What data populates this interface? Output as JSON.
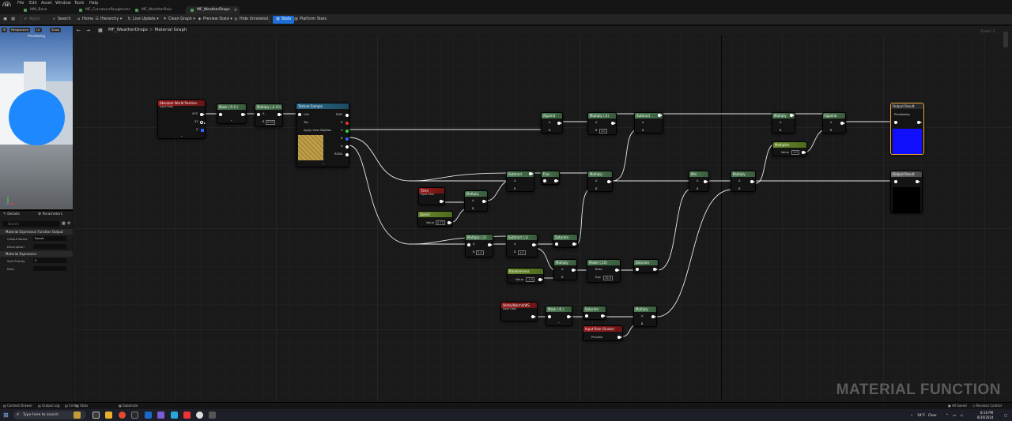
{
  "menubar": {
    "items": [
      "File",
      "Edit",
      "Asset",
      "Window",
      "Tools",
      "Help"
    ]
  },
  "tabs": [
    {
      "label": "MM_Base",
      "active": false
    },
    {
      "label": "MF_CurvatureRoughness",
      "active": false
    },
    {
      "label": "MF_WeatherRain",
      "active": false
    },
    {
      "label": "MF_WeatherDrops",
      "active": true,
      "close": "×"
    }
  ],
  "toolbar": {
    "save": "Save",
    "apply": "Apply",
    "search": "Search",
    "home": "Home",
    "hierarchy": "Hierarchy",
    "live_update": "Live Update",
    "clean_graph": "Clean Graph",
    "preview_state": "Preview State",
    "hide_unrelated": "Hide Unrelated",
    "stats": "Stats",
    "platform_stats": "Platform Stats"
  },
  "viewport": {
    "perspective": "Perspective",
    "lit": "Lit",
    "show": "Show",
    "label": "Previewing",
    "sphere_color": "#1e88ff"
  },
  "details": {
    "tab_details": "Details",
    "tab_parameters": "Parameters",
    "search_placeholder": "Search",
    "section1": "Material Expression Function Output",
    "output_name_label": "Output Name",
    "output_name_value": "Result",
    "description_label": "Description",
    "section2": "Material Expression",
    "sort_priority_label": "Sort Priority",
    "sort_priority_value": "0",
    "desc_label": "Desc"
  },
  "graph": {
    "breadcrumb_root": "MF_WeatherDrops",
    "breadcrumb_sep": ">",
    "breadcrumb_leaf": "Material Graph",
    "zoom": "Zoom -1",
    "watermark": "MATERIAL FUNCTION"
  },
  "nodes": {
    "world_pos": {
      "title": "Absolute World Position",
      "sub": "Input Data",
      "pins": [
        "XYZ",
        "XY",
        "Z"
      ]
    },
    "mask_rg": {
      "title": "Mask ( R G )"
    },
    "mult1": {
      "title": "Multiply (,0.03)",
      "a": "A",
      "b": "B",
      "b_val": "0.03"
    },
    "tex": {
      "title": "Texture Sample",
      "in_uvs": "UVs",
      "in_tex": "Tex",
      "in_mip": "Apply View MipBias",
      "out": [
        "RGB",
        "R",
        "G",
        "B",
        "A",
        "RGBA"
      ]
    },
    "append1": {
      "title": "Append",
      "a": "A",
      "b": "B"
    },
    "mult4": {
      "title": "Multiply (,4)",
      "a": "A",
      "b": "B",
      "b_val": "4.0"
    },
    "subtract1": {
      "title": "Subtract",
      "a": "A",
      "b": "B"
    },
    "multiply_r": {
      "title": "Multiply",
      "a": "A",
      "b": "B"
    },
    "append2": {
      "title": "Append",
      "a": "A",
      "b": "B"
    },
    "param_mult": {
      "title": "Multiplier",
      "value_label": "Value",
      "value": "1.0"
    },
    "output1": {
      "title": "Output Result",
      "sub": "Previewing"
    },
    "subtract2": {
      "title": "Subtract",
      "a": "A",
      "b": "B"
    },
    "frac": {
      "title": "Frac"
    },
    "mult_m": {
      "title": "Multiply",
      "a": "A",
      "b": "B"
    },
    "time": {
      "title": "Time",
      "sub": "Input Data"
    },
    "mult_t": {
      "title": "Multiply",
      "a": "A",
      "b": "B"
    },
    "param_speed": {
      "title": "Speed",
      "value_label": "Value",
      "value": "0.72"
    },
    "min": {
      "title": "Min",
      "a": "A",
      "b": "B"
    },
    "mult_f": {
      "title": "Multiply",
      "a": "A",
      "b": "B"
    },
    "output2": {
      "title": "Output Result"
    },
    "mult_2": {
      "title": "Multiply (,2)",
      "a": "A",
      "b": "B",
      "b_val": "2.0"
    },
    "subtract_1": {
      "title": "Subtract (,1)",
      "a": "A",
      "b": "B",
      "b_val": "1.0"
    },
    "saturate1": {
      "title": "Saturate"
    },
    "mult_s": {
      "title": "Multiply",
      "a": "A",
      "b": "B"
    },
    "power": {
      "title": "Power (,10)",
      "base": "Base",
      "exp": "Exp",
      "exp_val": "10.0"
    },
    "saturate2": {
      "title": "Saturate"
    },
    "param_rand": {
      "title": "Randomness",
      "value_label": "Value",
      "value": "-1.0"
    },
    "vnormal": {
      "title": "VertexNormalWS",
      "sub": "Input Data"
    },
    "mask_b": {
      "title": "Mask ( B )"
    },
    "saturate3": {
      "title": "Saturate"
    },
    "mult_v": {
      "title": "Multiply",
      "a": "A",
      "b": "B"
    },
    "input_rain": {
      "title": "Input Rain (Scalar)",
      "preview": "Preview"
    }
  },
  "statusbar": {
    "content_drawer": "Content Drawer",
    "output_log": "Output Log",
    "cmd": "Cmd",
    "stats": "Stats",
    "substrate": "Substrate",
    "all_saved": "All Saved",
    "revision": "Revision Control"
  },
  "taskbar": {
    "search": "Type here to search",
    "weather": "18°C",
    "weather_desc": "Clear",
    "time": "8:16 PM",
    "date": "8/30/2024"
  }
}
